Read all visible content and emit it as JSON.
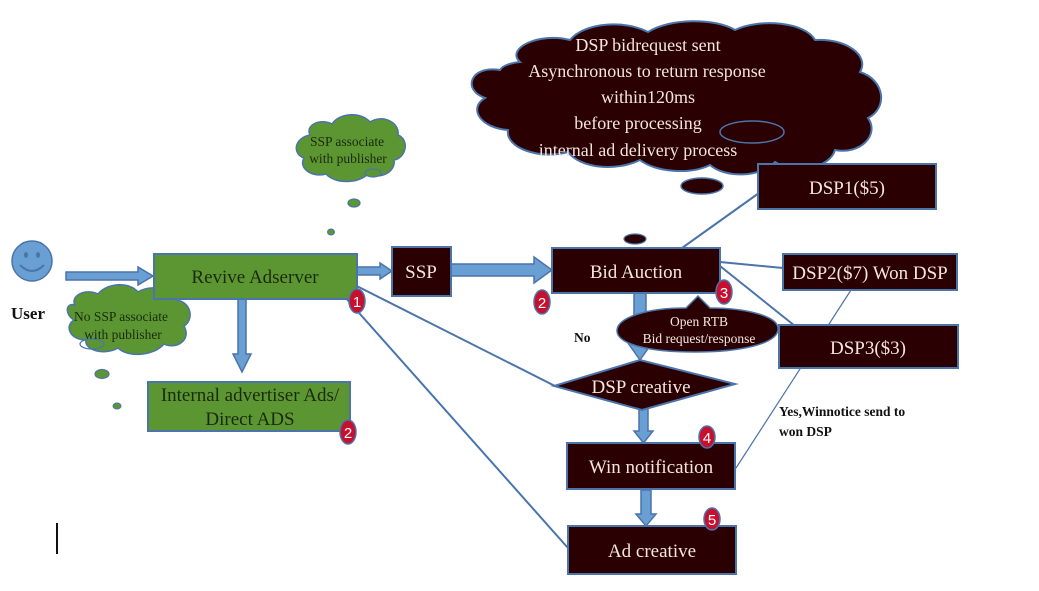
{
  "colors": {
    "dark_box": "#2b0003",
    "green_box": "#5c9632",
    "outline_blue": "#4a74aa",
    "arrow_blue": "#6a9fd4",
    "badge_red": "#c8102e",
    "user_icon": "#6a9fd4"
  },
  "user": {
    "label": "User",
    "icon": "smiley-face-icon"
  },
  "nodes": {
    "revive": "Revive Adserver",
    "ssp": "SSP",
    "bid_auction": "Bid Auction",
    "internal_ads_line1": "Internal advertiser Ads/",
    "internal_ads_line2": "Direct ADS",
    "dsp_creative": "DSP creative",
    "win_notification": "Win notification",
    "ad_creative": "Ad creative",
    "dsp1": "DSP1($5)",
    "dsp2": "DSP2($7) Won DSP",
    "dsp3": "DSP3($3)"
  },
  "clouds": {
    "dsp_bidrequest": [
      "DSP bidrequest sent",
      "Asynchronous to return response",
      "within120ms",
      "before processing",
      "internal ad delivery process"
    ],
    "ssp_associate": [
      "SSP associate",
      "with publisher"
    ],
    "no_ssp_associate": [
      "No SSP associate",
      "with publisher"
    ]
  },
  "callouts": {
    "open_rtb": [
      "Open RTB",
      "Bid request/response"
    ]
  },
  "labels": {
    "no": "No",
    "yes_line1": "Yes,Winnotice send to",
    "yes_line2": "won DSP"
  },
  "badges": {
    "revive": "1",
    "internal_ads": "2",
    "bid_auction": "2",
    "open_rtb": "3",
    "win_notification": "4",
    "ad_creative": "5"
  }
}
